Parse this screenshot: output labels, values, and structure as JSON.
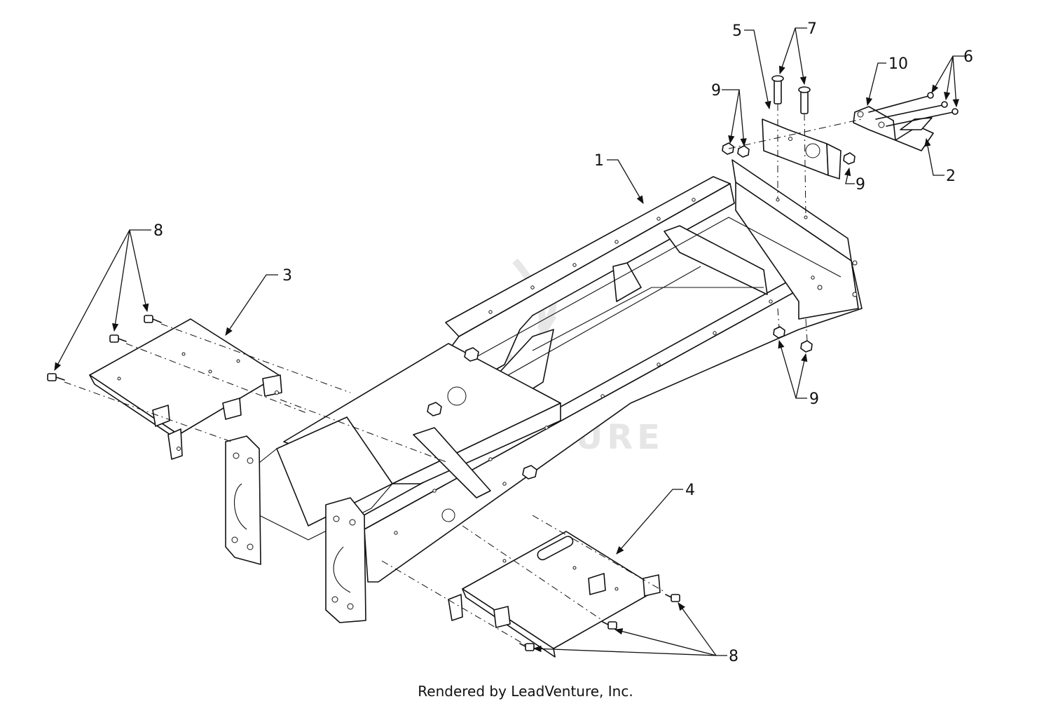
{
  "callouts": {
    "c1": "1",
    "c2": "2",
    "c3": "3",
    "c4": "4",
    "c5": "5",
    "c6": "6",
    "c7": "7",
    "c8a": "8",
    "c8b": "8",
    "c9a": "9",
    "c9b": "9",
    "c9c": "9",
    "c10": "10"
  },
  "watermark": "LEADVENTURE",
  "footer": "Rendered by LeadVenture, Inc."
}
